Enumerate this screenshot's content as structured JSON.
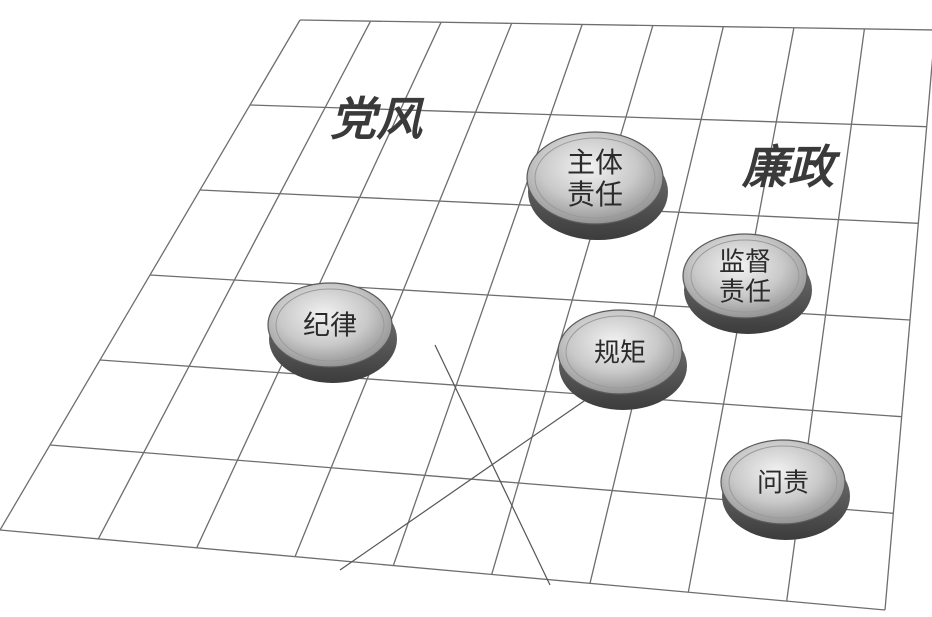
{
  "board": {
    "left_label": "党风",
    "right_label": "廉政"
  },
  "pieces": [
    {
      "id": "zhuti",
      "lines": [
        "主体",
        "责任"
      ]
    },
    {
      "id": "jiandu",
      "lines": [
        "监督",
        "责任"
      ]
    },
    {
      "id": "jilv",
      "lines": [
        "纪律"
      ]
    },
    {
      "id": "guiju",
      "lines": [
        "规矩"
      ]
    },
    {
      "id": "wenze",
      "lines": [
        "问责"
      ]
    }
  ]
}
